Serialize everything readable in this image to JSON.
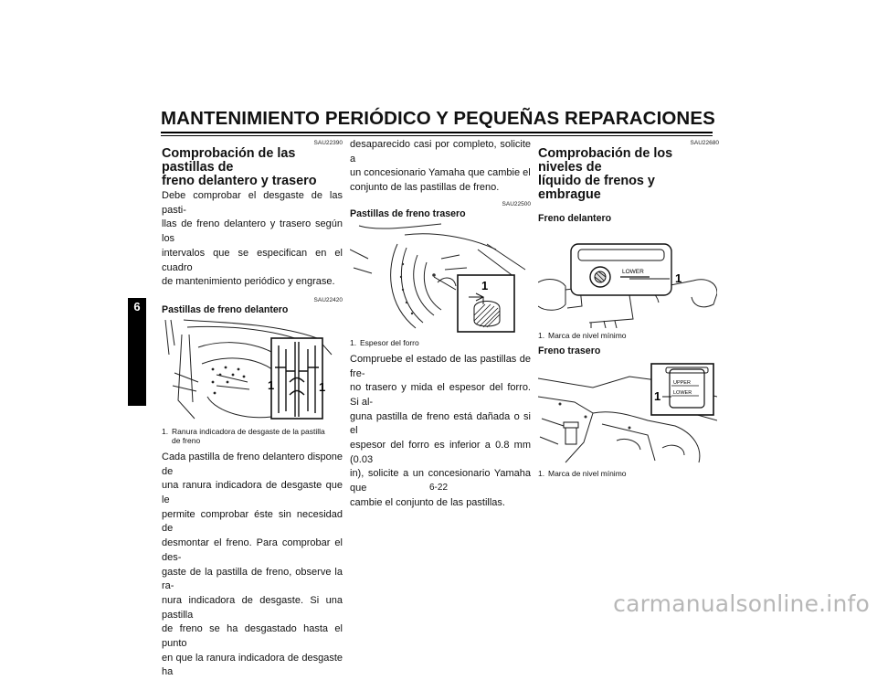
{
  "header": {
    "title": "MANTENIMIENTO PERIÓDICO Y PEQUEÑAS REPARACIONES"
  },
  "chapter_tab": "6",
  "col1": {
    "code1": "SAU22390",
    "heading_lines": [
      "Comprobación de las pastillas de",
      "freno delantero y trasero"
    ],
    "intro_lines": [
      "Debe comprobar el desgaste de las pasti-",
      "llas de freno delantero y trasero según los",
      "intervalos que se especifican en el cuadro",
      "de mantenimiento periódico y engrase."
    ],
    "code2": "SAU22420",
    "subheading": "Pastillas de freno delantero",
    "figure_label": "1",
    "caption_num": "1.",
    "caption_lines": [
      "Ranura indicadora de desgaste de la pastilla",
      "de freno"
    ],
    "body_lines": [
      "Cada pastilla de freno delantero dispone de",
      "una ranura indicadora de desgaste que le",
      "permite comprobar éste sin necesidad de",
      "desmontar el freno. Para comprobar el des-",
      "gaste de la pastilla de freno, observe la ra-",
      "nura indicadora de desgaste. Si una pastilla",
      "de freno se ha desgastado hasta el punto",
      "en que la ranura indicadora de desgaste ha"
    ]
  },
  "col2": {
    "cont_lines": [
      "desaparecido casi por completo, solicite a",
      "un concesionario Yamaha que cambie el",
      "conjunto de las pastillas de freno."
    ],
    "code": "SAU22500",
    "subheading": "Pastillas de freno trasero",
    "figure_label": "1",
    "caption_num": "1.",
    "caption": "Espesor del forro",
    "body_lines": [
      "Compruebe el estado de las pastillas de fre-",
      "no trasero y mida el espesor del forro. Si al-",
      "guna pastilla de freno está dañada o si el",
      "espesor del forro es inferior a 0.8 mm (0.03",
      "in), solicite a un concesionario Yamaha que",
      "cambie el conjunto de las pastillas."
    ]
  },
  "col3": {
    "code": "SAU22680",
    "heading_lines": [
      "Comprobación de los niveles de",
      "líquido de frenos y embrague"
    ],
    "sub1": "Freno delantero",
    "fig1_label": "1",
    "fig1_text": "LOWER",
    "caption1_num": "1.",
    "caption1": "Marca de nivel mínimo",
    "sub2": "Freno trasero",
    "fig2_label": "1",
    "fig2_upper": "UPPER",
    "fig2_lower": "LOWER",
    "caption2_num": "1.",
    "caption2": "Marca de nivel mínimo"
  },
  "footer": {
    "page_number": "6-22",
    "watermark": "carmanualsonline.info"
  }
}
